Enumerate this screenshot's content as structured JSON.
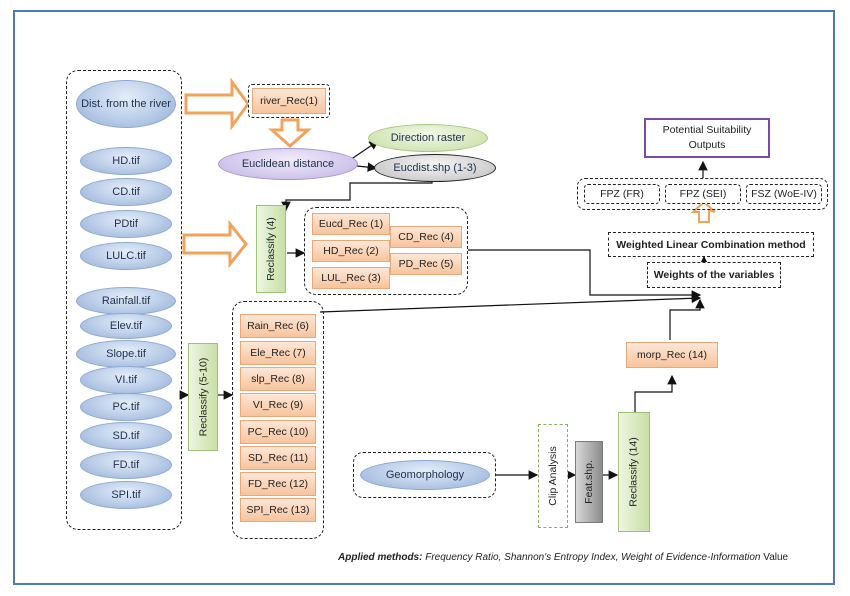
{
  "inputs": {
    "river": "Dist. from the river",
    "hd": "HD.tif",
    "cd": "CD.tif",
    "pd": "PDtif",
    "lulc": "LULC.tif",
    "rainfall": "Rainfall.tif",
    "elev": "Elev.tif",
    "slope": "Slope.tif",
    "vi": "VI.tif",
    "pc": "PC.tif",
    "sd": "SD.tif",
    "fd": "FD.tif",
    "spi": "SPI.tif"
  },
  "river_branch": {
    "river_rec": "river_Rec(1)",
    "euclidean": "Euclidean distance",
    "direction": "Direction raster",
    "eucdist": "Eucdist.shp (1-3)"
  },
  "reclass_group1": {
    "label": "Reclassify (4)",
    "eucd": "Eucd_Rec (1)",
    "hd": "HD_Rec (2)",
    "lul": "LUL_Rec (3)",
    "cd": "CD_Rec (4)",
    "pd": "PD_Rec (5)"
  },
  "reclass_group2": {
    "label": "Reclassify (5-10)",
    "items": [
      "Rain_Rec (6)",
      "Ele_Rec (7)",
      "slp_Rec (8)",
      "VI_Rec (9)",
      "PC_Rec (10)",
      "SD_Rec (11)",
      "FD_Rec (12)",
      "SPI_Rec (13)"
    ]
  },
  "geo_branch": {
    "geomorphology": "Geomorphology",
    "clip": "Clip Analysis",
    "feat": "Feat.shp.",
    "reclass14": "Reclassify (14)",
    "morp": "morp_Rec (14)"
  },
  "outputs": {
    "weights": "Weights of the variables",
    "wlc": "Weighted Linear Combination method",
    "fpz_fr": "FPZ (FR)",
    "fpz_sei": "FPZ (SEI)",
    "fsz_woe": "FSZ (WoE-IV)",
    "potential_line1": "Potential Suitability",
    "potential_line2": "Outputs"
  },
  "footnote": {
    "label": "Applied methods:",
    "methods": " Frequency Ratio, Shannon's Entropy Index, Weight of Evidence-Information",
    "tail": " Value"
  },
  "colors": {
    "frame": "#4f7bb0",
    "ellipse": "#b5c9e6",
    "peach": "#f7c49d",
    "green": "#c8dfa6",
    "purple_ellipse": "#cfc4ea",
    "orange_arrow": "#f0a35a",
    "potential_border": "#7a4aa7"
  }
}
